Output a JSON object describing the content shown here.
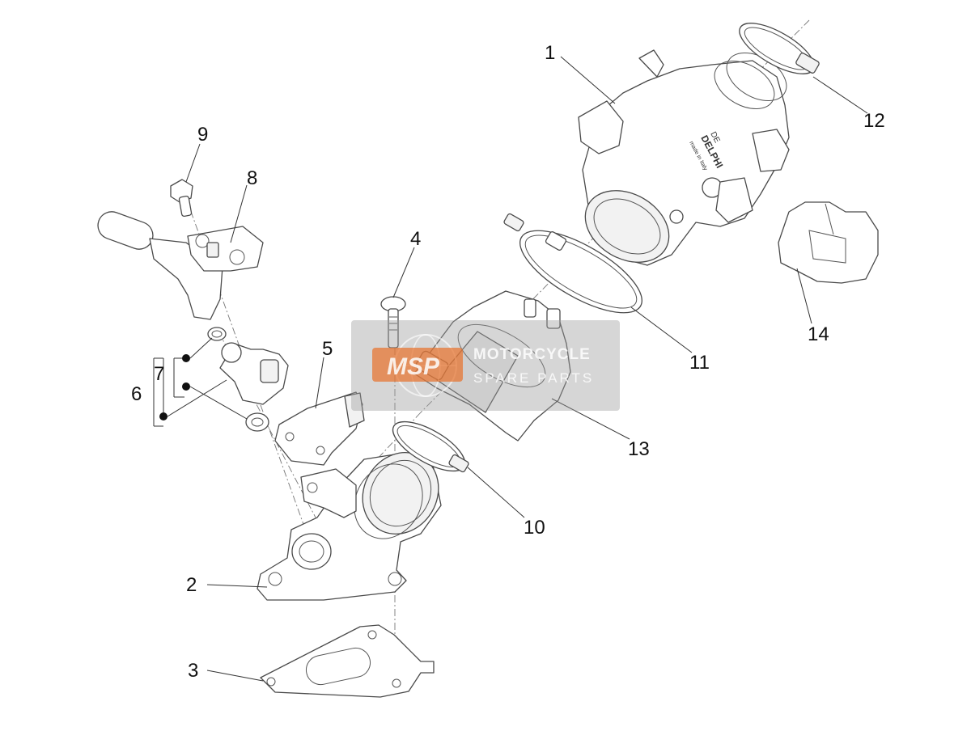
{
  "diagram": {
    "callouts": {
      "c1": "1",
      "c2": "2",
      "c3": "3",
      "c4": "4",
      "c5": "5",
      "c6": "6",
      "c7": "7",
      "c8": "8",
      "c9": "9",
      "c10": "10",
      "c11": "11",
      "c12": "12",
      "c13": "13",
      "c14": "14"
    },
    "throttle_body_marking": {
      "line1": "DE",
      "line2": "DELPHI",
      "line3": "made in Italy"
    }
  },
  "watermark": {
    "logo_text": "MSP",
    "line1": "MOTORCYCLE",
    "line2": "SPARE PARTS",
    "logo_color": "#e8702a"
  }
}
